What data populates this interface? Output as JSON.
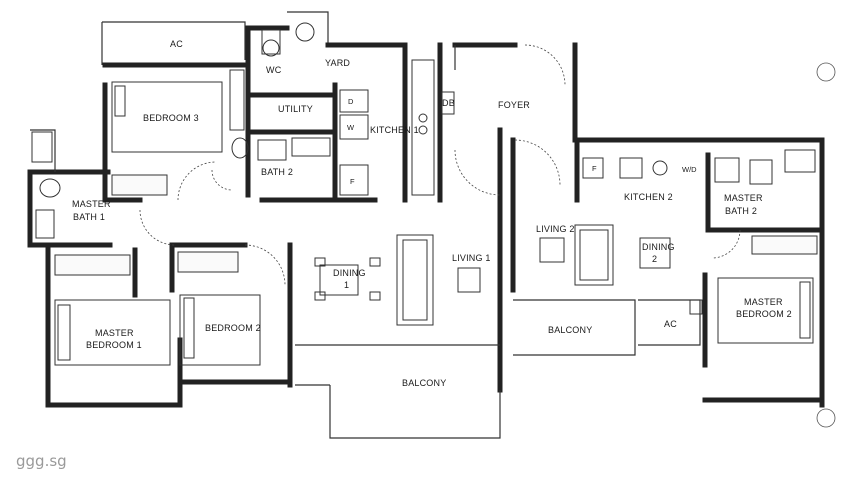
{
  "rooms": {
    "ac_top": "AC",
    "yard": "YARD",
    "wc": "WC",
    "bedroom3": "BEDROOM 3",
    "utility": "UTILITY",
    "kitchen1": "KITCHEN 1",
    "db": "DB",
    "foyer": "FOYER",
    "bath2": "BATH 2",
    "master_bath1_line1": "MASTER",
    "master_bath1_line2": "BATH 1",
    "kitchen2": "KITCHEN 2",
    "master_bath2_line1": "MASTER",
    "master_bath2_line2": "BATH 2",
    "living2": "LIVING 2",
    "dining2_line1": "DINING",
    "dining2_line2": "2",
    "living1": "LIVING 1",
    "dining1_line1": "DINING",
    "dining1_line2": "1",
    "master_bedroom1_line1": "MASTER",
    "master_bedroom1_line2": "BEDROOM 1",
    "bedroom2": "BEDROOM 2",
    "balcony_right": "BALCONY",
    "ac_right": "AC",
    "master_bedroom2_line1": "MASTER",
    "master_bedroom2_line2": "BEDROOM 2",
    "balcony_bottom": "BALCONY"
  },
  "appliances": {
    "dryer": "D",
    "washer": "W",
    "fridge1": "F",
    "fridge2": "F",
    "washer_dryer": "W/D"
  },
  "watermark": "ggg.sg"
}
